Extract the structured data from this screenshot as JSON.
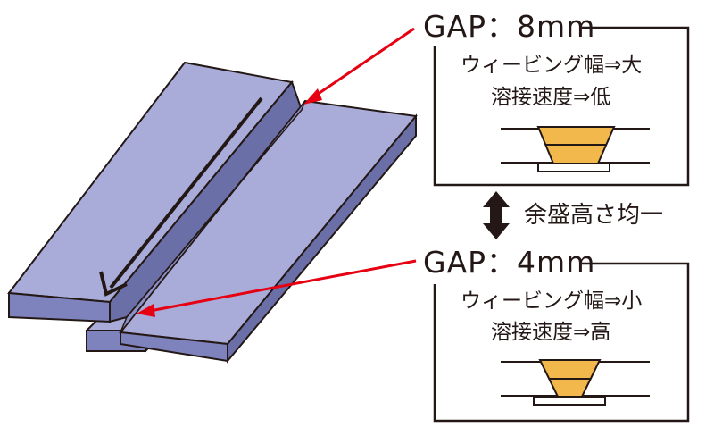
{
  "top_panel": {
    "gap_label": "GAP：8mm",
    "line1": "ウィービング幅⇒大",
    "line2": "溶接速度⇒低"
  },
  "bottom_panel": {
    "gap_label": "GAP：4mm",
    "line1": "ウィービング幅⇒小",
    "line2": "溶接速度⇒高"
  },
  "middle_label": "余盛高さ均一",
  "colors": {
    "plate_top": "#a9acd9",
    "plate_side": "#7f83bd",
    "plate_dark": "#6b6fa8",
    "bead_fill": "#f2b84b",
    "arrow_red": "#e60012",
    "line_dark": "#231815"
  },
  "icons": {
    "weld_direction": "weld-direction-arrow-icon",
    "comparison": "double-arrow-icon"
  }
}
